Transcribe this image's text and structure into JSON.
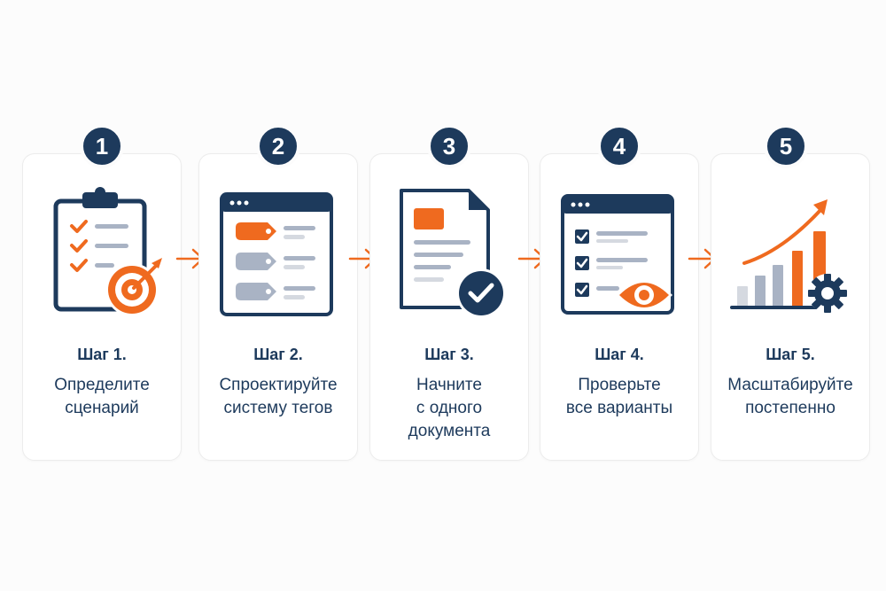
{
  "colors": {
    "navy": "#1d3a5c",
    "orange": "#ef6a1f",
    "gray": "#a9b3c4",
    "lightgray": "#d5d9e0"
  },
  "steps": [
    {
      "number": "1",
      "title": "Шаг 1.",
      "lines": [
        "Определите",
        "сценарий"
      ],
      "icon": "clipboard-target-icon"
    },
    {
      "number": "2",
      "title": "Шаг 2.",
      "lines": [
        "Спроектируйте",
        "систему тегов"
      ],
      "icon": "browser-tags-icon"
    },
    {
      "number": "3",
      "title": "Шаг 3.",
      "lines": [
        "Начните",
        "с одного",
        "документа"
      ],
      "icon": "document-check-icon"
    },
    {
      "number": "4",
      "title": "Шаг 4.",
      "lines": [
        "Проверьте",
        "все варианты"
      ],
      "icon": "checklist-eye-icon"
    },
    {
      "number": "5",
      "title": "Шаг 5.",
      "lines": [
        "Масштабируйте",
        "постепенно"
      ],
      "icon": "growth-chart-gear-icon"
    }
  ],
  "connectors": [
    "arrow-right-icon",
    "arrow-right-icon",
    "arrow-right-icon",
    "arrow-right-icon"
  ]
}
